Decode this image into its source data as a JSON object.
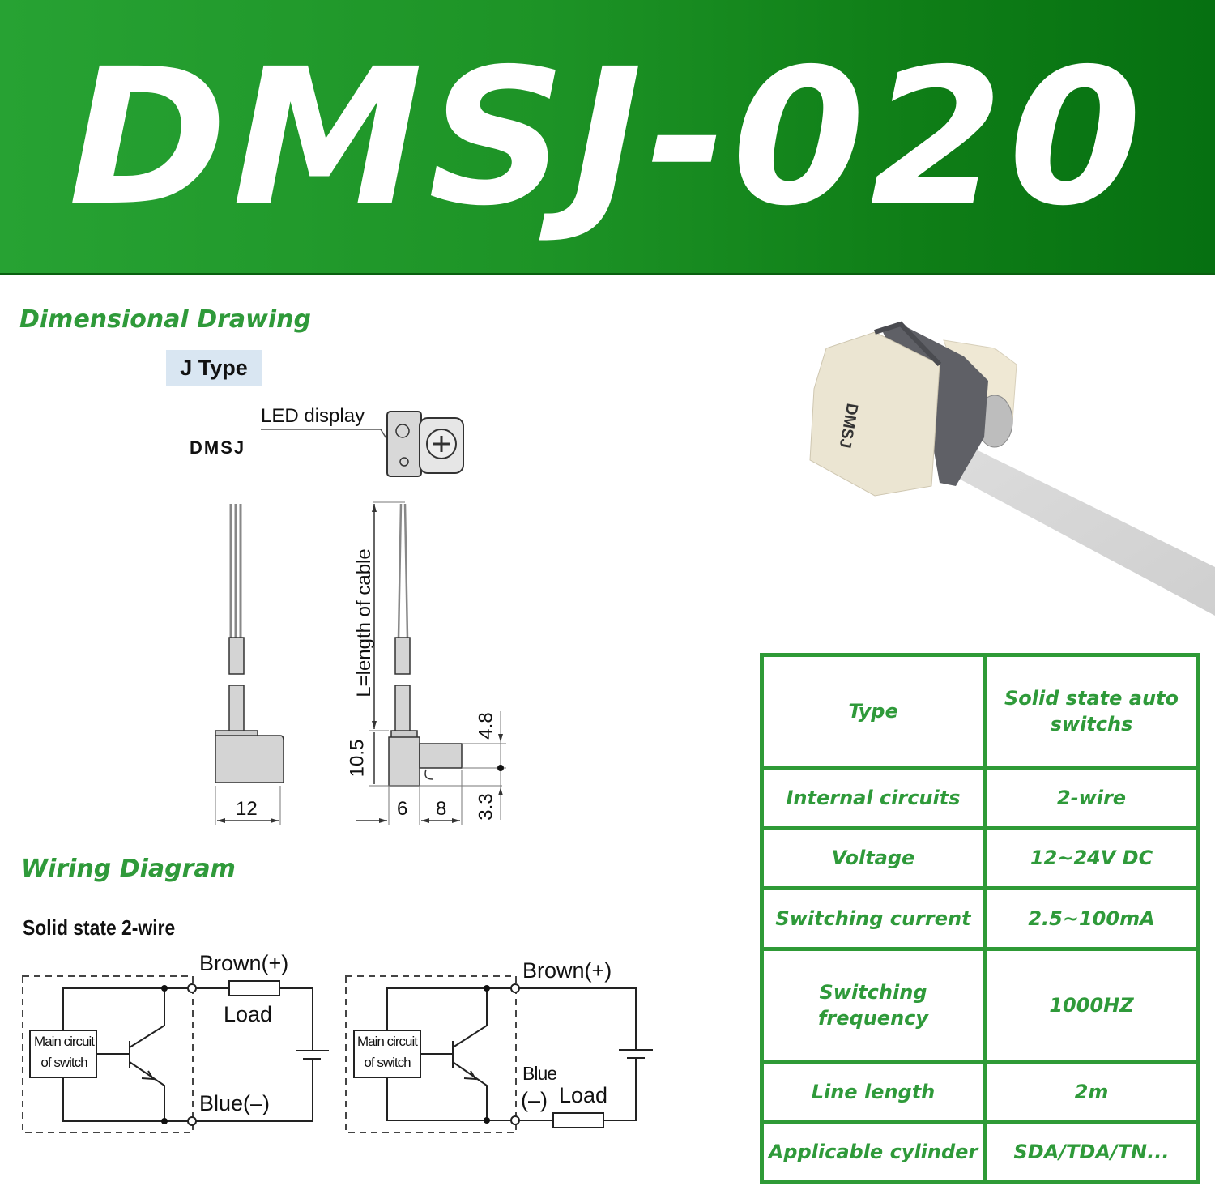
{
  "banner": {
    "title": "DMSJ-020",
    "colors": {
      "start": "#27a233",
      "end": "#067011",
      "text": "#ffffff"
    }
  },
  "dimensional_drawing": {
    "heading": "Dimensional Drawing",
    "type_label": "J Type",
    "model_label": "DMSJ",
    "led_label": "LED display",
    "cable_label": "L=length of cable",
    "dimensions": {
      "width_front": "12",
      "body_depth": "6",
      "mount_width": "8",
      "height": "10.5",
      "top_offset": "4.8",
      "bottom_offset": "3.3"
    }
  },
  "wiring_diagram": {
    "heading": "Wiring Diagram",
    "subtitle": "Solid state 2-wire",
    "circuit_a": {
      "box_label_1": "Main circuit",
      "box_label_2": "of switch",
      "positive": "Brown(+)",
      "load": "Load",
      "negative": "Blue(–)"
    },
    "circuit_b": {
      "box_label_1": "Main circuit",
      "box_label_2": "of switch",
      "positive": "Brown(+)",
      "negative_1": "Blue",
      "negative_2": "(–)",
      "load": "Load"
    }
  },
  "product_photo": {
    "marking": "DMSJ"
  },
  "spec_table": {
    "accent": "#2e9a36",
    "rows": [
      {
        "key": "Type",
        "value": "Solid state auto switchs"
      },
      {
        "key": "Internal circuits",
        "value": "2-wire"
      },
      {
        "key": "Voltage",
        "value": "12~24V DC"
      },
      {
        "key": "Switching current",
        "value": "2.5~100mA"
      },
      {
        "key": "Switching frequency",
        "value": "1000HZ"
      },
      {
        "key": "Line length",
        "value": "2m"
      },
      {
        "key": "Applicable cylinder",
        "value": "SDA/TDA/TN..."
      }
    ]
  }
}
